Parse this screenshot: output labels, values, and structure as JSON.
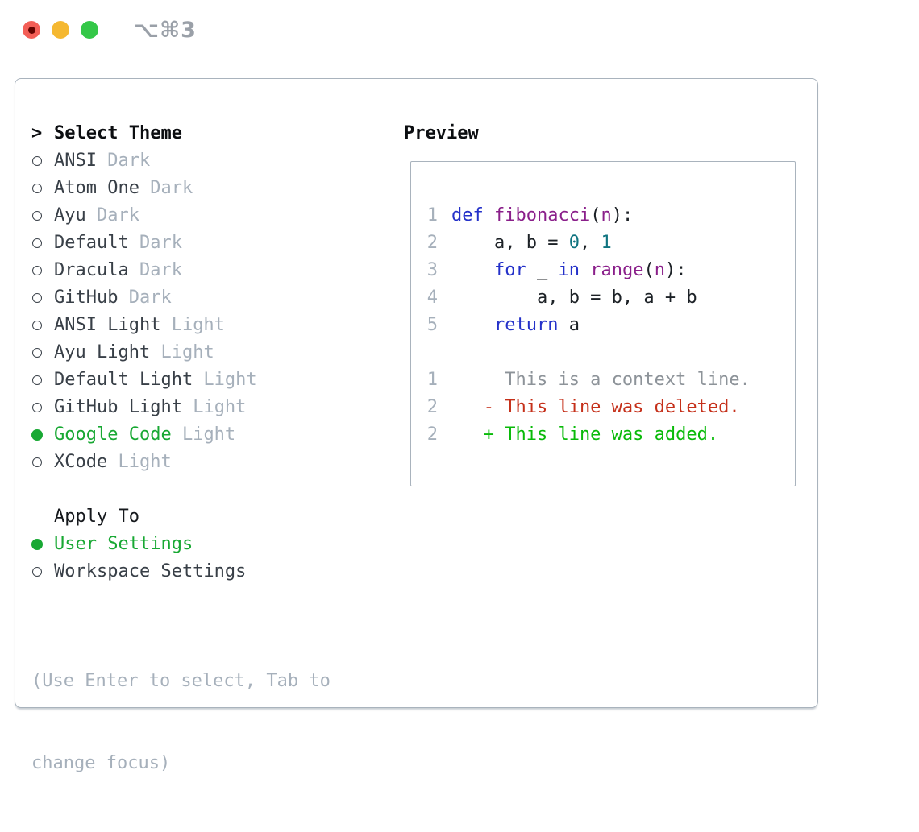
{
  "window": {
    "shortcut_label": "⌥⌘3",
    "traffic_lights": [
      "close",
      "minimize",
      "zoom"
    ]
  },
  "panel": {
    "theme_section": {
      "marker": ">",
      "title": "Select Theme",
      "items": [
        {
          "name": "ANSI",
          "variant": "Dark",
          "selected": false
        },
        {
          "name": "Atom One",
          "variant": "Dark",
          "selected": false
        },
        {
          "name": "Ayu",
          "variant": "Dark",
          "selected": false
        },
        {
          "name": "Default",
          "variant": "Dark",
          "selected": false
        },
        {
          "name": "Dracula",
          "variant": "Dark",
          "selected": false
        },
        {
          "name": "GitHub",
          "variant": "Dark",
          "selected": false
        },
        {
          "name": "ANSI Light",
          "variant": "Light",
          "selected": false
        },
        {
          "name": "Ayu Light",
          "variant": "Light",
          "selected": false
        },
        {
          "name": "Default Light",
          "variant": "Light",
          "selected": false
        },
        {
          "name": "GitHub Light",
          "variant": "Light",
          "selected": false
        },
        {
          "name": "Google Code",
          "variant": "Light",
          "selected": true
        },
        {
          "name": "XCode",
          "variant": "Light",
          "selected": false
        }
      ]
    },
    "apply_section": {
      "title": "Apply To",
      "items": [
        {
          "label": "User Settings",
          "selected": true
        },
        {
          "label": "Workspace Settings",
          "selected": false
        }
      ]
    },
    "help_text": {
      "line1": "(Use Enter to select, Tab to",
      "line2": "change focus)"
    },
    "preview": {
      "title": "Preview",
      "code_lines": [
        {
          "number": "1",
          "tokens": [
            [
              "kw",
              "def"
            ],
            [
              "pl",
              " "
            ],
            [
              "fn",
              "fibonacci"
            ],
            [
              "pl",
              "("
            ],
            [
              "fn",
              "n"
            ],
            [
              "pl",
              "):"
            ]
          ]
        },
        {
          "number": "2",
          "tokens": [
            [
              "pl",
              "    a, b = "
            ],
            [
              "num",
              "0"
            ],
            [
              "pl",
              ", "
            ],
            [
              "num",
              "1"
            ]
          ]
        },
        {
          "number": "3",
          "tokens": [
            [
              "pl",
              "    "
            ],
            [
              "kw",
              "for"
            ],
            [
              "pl",
              " _ "
            ],
            [
              "kw",
              "in"
            ],
            [
              "pl",
              " "
            ],
            [
              "fn",
              "range"
            ],
            [
              "pl",
              "("
            ],
            [
              "fn",
              "n"
            ],
            [
              "pl",
              "):"
            ]
          ]
        },
        {
          "number": "4",
          "tokens": [
            [
              "pl",
              "        a, b = b, a + b"
            ]
          ]
        },
        {
          "number": "5",
          "tokens": [
            [
              "pl",
              "    "
            ],
            [
              "kw",
              "return"
            ],
            [
              "pl",
              " a"
            ]
          ]
        }
      ],
      "diff_lines": [
        {
          "number": "1",
          "kind": "context",
          "text": "     This is a context line."
        },
        {
          "number": "2",
          "kind": "deleted",
          "text": "   - This line was deleted."
        },
        {
          "number": "2",
          "kind": "added",
          "text": "   + This line was added."
        }
      ]
    }
  },
  "colors": {
    "selection_green": "#18a833",
    "diff_added_green": "#09ba09",
    "diff_deleted_red": "#c5301a",
    "diff_context_gray": "#8d9399",
    "keyword_blue": "#2431c9",
    "function_purple": "#8a1f8a",
    "number_teal": "#0f7480",
    "muted_gray": "#a6b0bb",
    "panel_border": "#a9b3bd",
    "traffic_red": "#f35e56",
    "traffic_yellow": "#f5b831",
    "traffic_green": "#34c748"
  }
}
